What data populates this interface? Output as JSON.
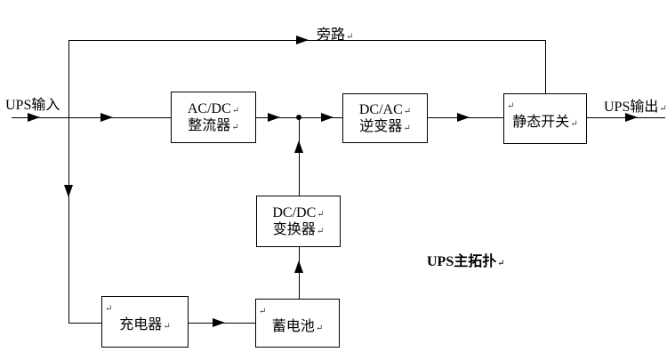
{
  "title": "UPS主拓扑",
  "marks": {
    "ret": "↵"
  },
  "labels": {
    "input": "UPS输入",
    "output": "UPS输出",
    "bypass": "旁路"
  },
  "blocks": {
    "rectifier": {
      "line1": "AC/DC",
      "line2": "整流器"
    },
    "inverter": {
      "line1": "DC/AC",
      "line2": "逆变器"
    },
    "static_switch": {
      "label": "静态开关"
    },
    "dcdc_converter": {
      "line1": "DC/DC",
      "line2": "变换器"
    },
    "charger": {
      "label": "充电器"
    },
    "battery": {
      "label": "蓄电池"
    }
  },
  "colors": {
    "line": "#000000",
    "background": "#ffffff",
    "text": "#000000"
  }
}
